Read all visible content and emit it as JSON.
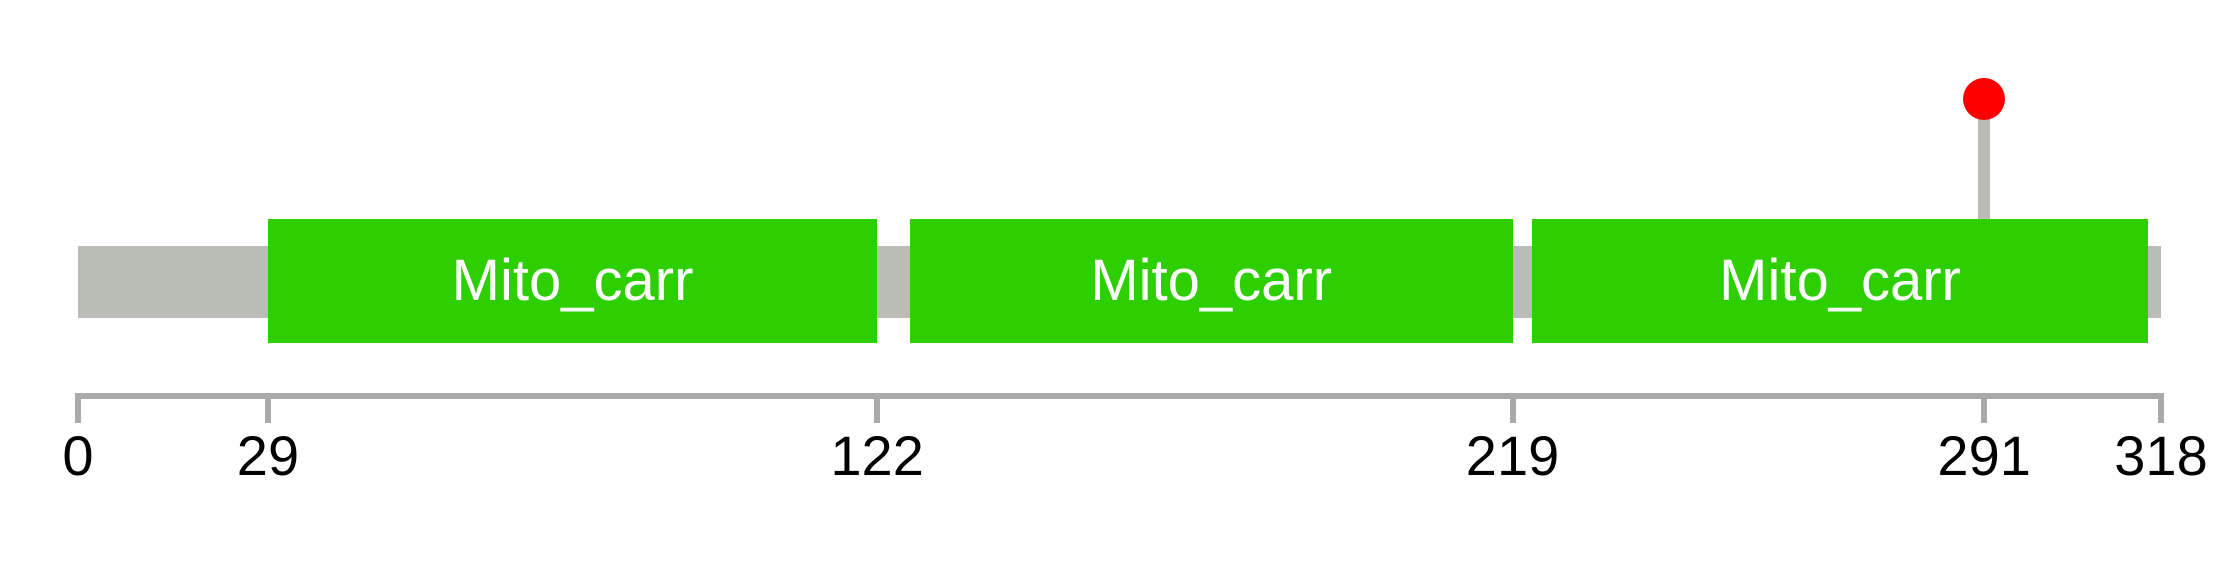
{
  "figure": {
    "background": "#FFFFFF"
  },
  "chart_data": {
    "type": "lollipop",
    "title": "",
    "xlabel": "",
    "ylabel": "",
    "xlim": [
      0,
      318
    ],
    "protein_length": 318,
    "axis_ticks": [
      0,
      29,
      122,
      219,
      291,
      318
    ],
    "backbone": {
      "start": 0,
      "end": 318,
      "color": "#BABDB6"
    },
    "domains": [
      {
        "label": "Mito_carr",
        "start": 29,
        "end": 122,
        "color": "#2DCF00",
        "label_color": "#FFFFFF"
      },
      {
        "label": "Mito_carr",
        "start": 127,
        "end": 219,
        "color": "#2DCF00",
        "label_color": "#FFFFFF"
      },
      {
        "label": "Mito_carr",
        "start": 222,
        "end": 316,
        "color": "#2DCF00",
        "label_color": "#FFFFFF"
      }
    ],
    "lollipops": [
      {
        "position": 291,
        "color": "#FF0000",
        "stick_color": "#BABDB6"
      }
    ],
    "axis_color": "#AAAAAA",
    "tick_label_color": "#000000",
    "grid": false,
    "legend": false
  }
}
